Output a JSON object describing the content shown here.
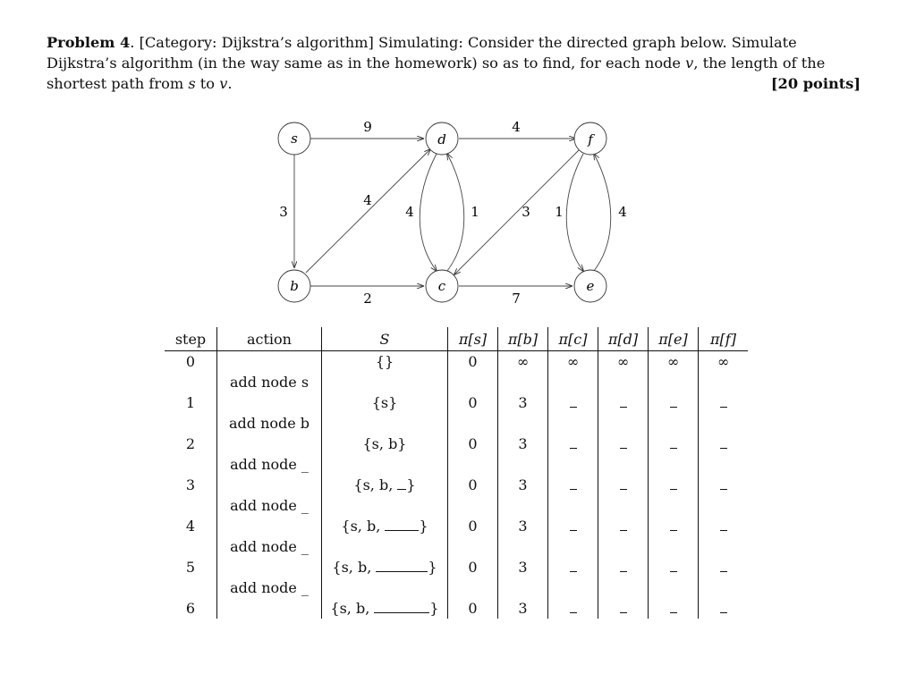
{
  "problem": {
    "label": "Problem 4",
    "category": "[Category: Dijkstra’s algorithm]",
    "text_a": " Simulating: Consider the directed graph below. Simulate Dijkstra’s algorithm (in the way same as in the homework) so as to find, for each node ",
    "var_v": "v",
    "text_b": ", the length of the shortest path from ",
    "var_s": "s",
    "text_c": " to ",
    "var_v2": "v",
    "text_d": ".",
    "points": "[20 points]"
  },
  "graph": {
    "nodes": [
      {
        "id": "s",
        "label": "s"
      },
      {
        "id": "d",
        "label": "d"
      },
      {
        "id": "f",
        "label": "f"
      },
      {
        "id": "b",
        "label": "b"
      },
      {
        "id": "c",
        "label": "c"
      },
      {
        "id": "e",
        "label": "e"
      }
    ],
    "edges": [
      {
        "from": "s",
        "to": "d",
        "weight": "9"
      },
      {
        "from": "d",
        "to": "f",
        "weight": "4"
      },
      {
        "from": "s",
        "to": "b",
        "weight": "3"
      },
      {
        "from": "b",
        "to": "d",
        "weight": "4"
      },
      {
        "from": "d",
        "to": "c",
        "weight": "4"
      },
      {
        "from": "c",
        "to": "d",
        "weight": "1"
      },
      {
        "from": "f",
        "to": "c",
        "weight": "3"
      },
      {
        "from": "f",
        "to": "e",
        "weight": "1"
      },
      {
        "from": "e",
        "to": "f",
        "weight": "4"
      },
      {
        "from": "b",
        "to": "c",
        "weight": "2"
      },
      {
        "from": "c",
        "to": "e",
        "weight": "7"
      }
    ]
  },
  "table": {
    "headers": {
      "step": "step",
      "action": "action",
      "S": "S",
      "pi_s": "π[s]",
      "pi_b": "π[b]",
      "pi_c": "π[c]",
      "pi_d": "π[d]",
      "pi_e": "π[e]",
      "pi_f": "π[f]"
    },
    "actions": [
      "add node s",
      "add node b",
      "add node _",
      "add node _",
      "add node _",
      "add node _"
    ],
    "rows": [
      {
        "step": "0",
        "S": "{}",
        "pi": [
          "0",
          "∞",
          "∞",
          "∞",
          "∞",
          "∞"
        ]
      },
      {
        "step": "1",
        "S": "{s}",
        "pi": [
          "0",
          "3",
          "",
          "",
          "",
          ""
        ]
      },
      {
        "step": "2",
        "S": "{s, b}",
        "pi": [
          "0",
          "3",
          "",
          "",
          "",
          ""
        ]
      },
      {
        "step": "3",
        "S": "{s, b, }",
        "pi": [
          "0",
          "3",
          "",
          "",
          "",
          ""
        ]
      },
      {
        "step": "4",
        "S": "{s, b, }",
        "pi": [
          "0",
          "3",
          "",
          "",
          "",
          ""
        ]
      },
      {
        "step": "5",
        "S": "{s, b, }",
        "pi": [
          "0",
          "3",
          "",
          "",
          "",
          ""
        ]
      },
      {
        "step": "6",
        "S": "{s, b, }",
        "pi": [
          "0",
          "3",
          "",
          "",
          "",
          ""
        ]
      }
    ]
  }
}
